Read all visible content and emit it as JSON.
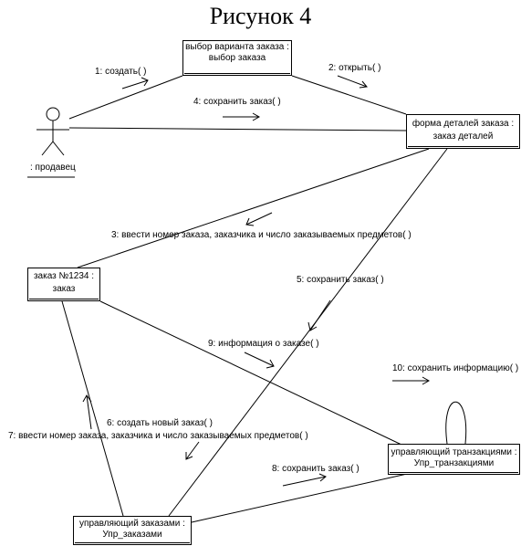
{
  "title": "Рисунок 4",
  "actor": {
    "name": ": продавец"
  },
  "objects": {
    "vybor": {
      "line1": "выбор варианта заказа :",
      "line2": "выбор заказа"
    },
    "forma": {
      "line1": "форма деталей заказа :",
      "line2": "заказ деталей"
    },
    "zakaz": {
      "line1": "заказ №1234 :",
      "line2": "заказ"
    },
    "tranz": {
      "line1": "управляющий транзакциями :",
      "line2": "Упр_транзакциями"
    },
    "upr": {
      "line1": "управляющий заказами :",
      "line2": "Упр_заказами"
    }
  },
  "messages": {
    "m1": "1: создать( )",
    "m2": "2: открыть( )",
    "m3": "3: ввести номер заказа, заказчика и число заказываемых предметов( )",
    "m4": "4: сохранить заказ( )",
    "m5": "5: сохранить заказ( )",
    "m6": "6: создать новый заказ( )",
    "m7": "7: ввести номер заказа, заказчика и число заказываемых предметов( )",
    "m8": "8: сохранить заказ( )",
    "m9": "9: информация о заказе( )",
    "m10": "10: сохранить информацию( )"
  }
}
